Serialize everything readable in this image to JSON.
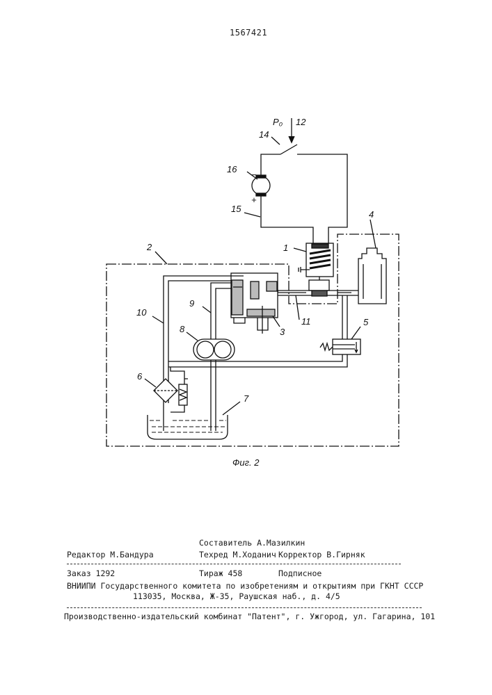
{
  "patent_number": "1567421",
  "figure": {
    "caption": "Фиг. 2",
    "labels": {
      "p0": "P₀",
      "l12": "12",
      "l14": "14",
      "l16": "16",
      "l15": "15",
      "l4": "4",
      "l1": "1",
      "l2": "2",
      "l10": "10",
      "l9": "9",
      "l8": "8",
      "l3": "3",
      "l11": "11",
      "l5": "5",
      "l6": "6",
      "l7": "7",
      "minus": "−",
      "plus": "+"
    }
  },
  "imprint": {
    "compiler": "Составитель А.Мазилкин",
    "editor": "Редактор М.Бандура",
    "techred": "Техред М.Ходанич",
    "corrector": "Корректор В.Гирняк",
    "order": "Заказ 1292",
    "circulation": "Тираж 458",
    "subscription": "Подписное",
    "org_line": "ВНИИПИ Государственного комитета по изобретениям и открытиям при ГКНТ СССР",
    "address": "113035, Москва, Ж-35, Раушская наб., д. 4/5",
    "publisher": "Производственно-издательский комбинат \"Патент\", г. Ужгород, ул. Гагарина, 101"
  }
}
